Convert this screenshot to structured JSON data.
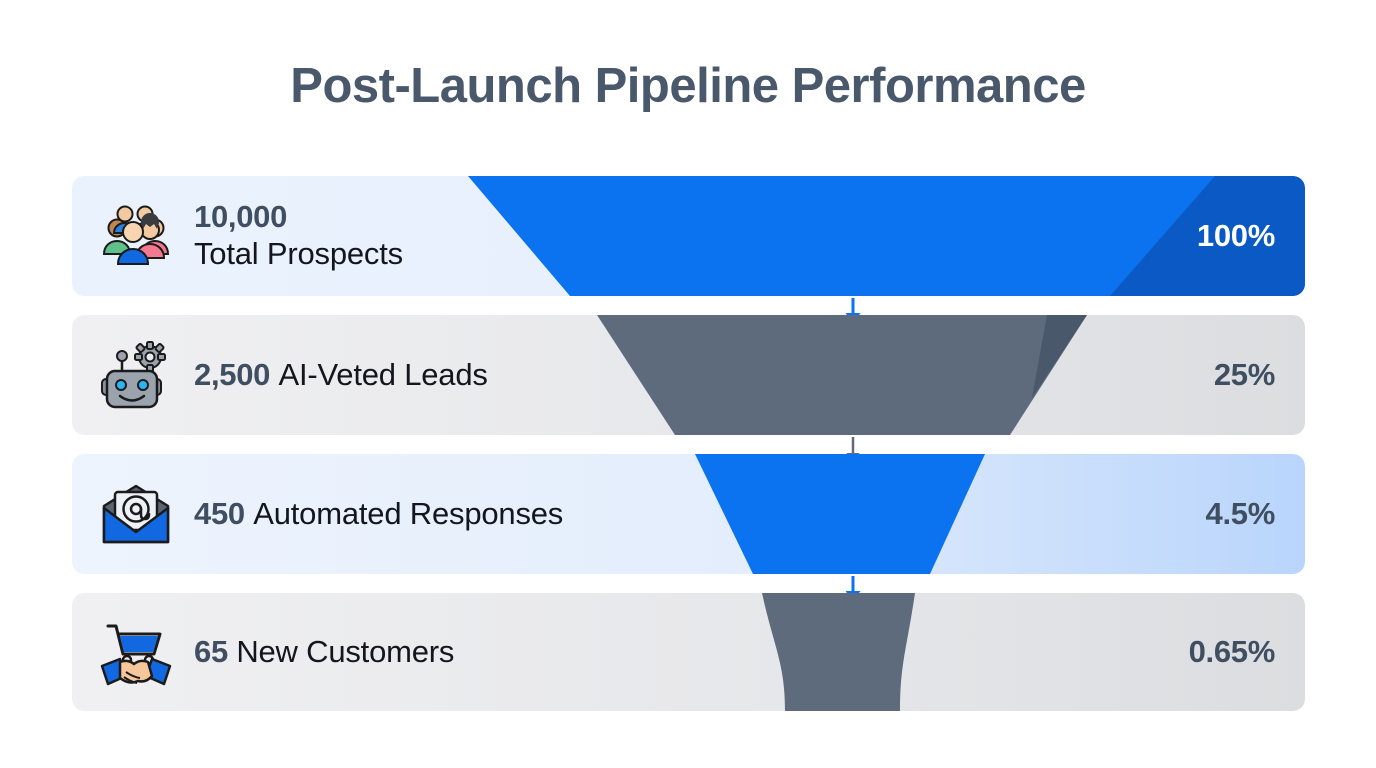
{
  "header": {
    "title": "Post-Launch Pipeline Performance",
    "title_color": "#49586b"
  },
  "colors": {
    "accent_blue": "#0b72f0",
    "accent_blue_dark": "#0a59c4",
    "slate_dark": "#5e6b7c",
    "slate_text": "#3f4f61",
    "body_text": "#15161d",
    "card_blue_left": "#eaf2fd",
    "card_blue_right": "#b9d5fc",
    "card_gray_left": "#f0f0f2",
    "card_gray_right": "#dcdde0",
    "page_bg": "#ffffff"
  },
  "chart_data": {
    "type": "funnel",
    "title": "Post-Launch Pipeline Performance",
    "xlabel": "",
    "ylabel": "",
    "categories": [
      "Total Prospects",
      "AI-Veted Leads",
      "Automated Responses",
      "New Customers"
    ],
    "values": [
      10000,
      2500,
      450,
      65
    ],
    "value_labels": [
      "10,000",
      "2,500",
      "450",
      "65"
    ],
    "percent_values": [
      100,
      25,
      4.5,
      0.65
    ],
    "percent_labels": [
      "100%",
      "25%",
      "4.5%",
      "0.65%"
    ],
    "stage_colors": [
      "#0b72f0",
      "#5e6b7c",
      "#0b72f0",
      "#5e6b7c"
    ],
    "legend": [],
    "grid": false,
    "annotations": []
  },
  "stages": [
    {
      "id": "total-prospects",
      "icon": "people-group-icon",
      "value": "10,000",
      "label": "Total Prospects",
      "two_line": true,
      "percent": "100%",
      "percent_style": "light",
      "funnel_color": "#0b72f0",
      "bg_left": "#eaf2fd",
      "bg_right": "#b9d5fc",
      "arrow_after": "blue"
    },
    {
      "id": "ai-veted-leads",
      "icon": "robot-gear-icon",
      "value": "2,500",
      "label": "AI-Veted Leads",
      "two_line": false,
      "percent": "25%",
      "percent_style": "dark",
      "funnel_color": "#5e6b7c",
      "bg_left": "#f0f0f2",
      "bg_right": "#dcdde0",
      "arrow_after": "gray"
    },
    {
      "id": "automated-responses",
      "icon": "email-at-icon",
      "value": "450",
      "label": "Automated Responses",
      "two_line": false,
      "percent": "4.5%",
      "percent_style": "dark",
      "funnel_color": "#0b72f0",
      "bg_left": "#eaf2fd",
      "bg_right": "#b9d5fc",
      "arrow_after": "blue"
    },
    {
      "id": "new-customers",
      "icon": "cart-handshake-icon",
      "value": "65",
      "label": "New Customers",
      "two_line": false,
      "percent": "0.65%",
      "percent_style": "dark",
      "funnel_color": "#5e6b7c",
      "bg_left": "#f0f0f2",
      "bg_right": "#dcdde0",
      "arrow_after": null
    }
  ]
}
